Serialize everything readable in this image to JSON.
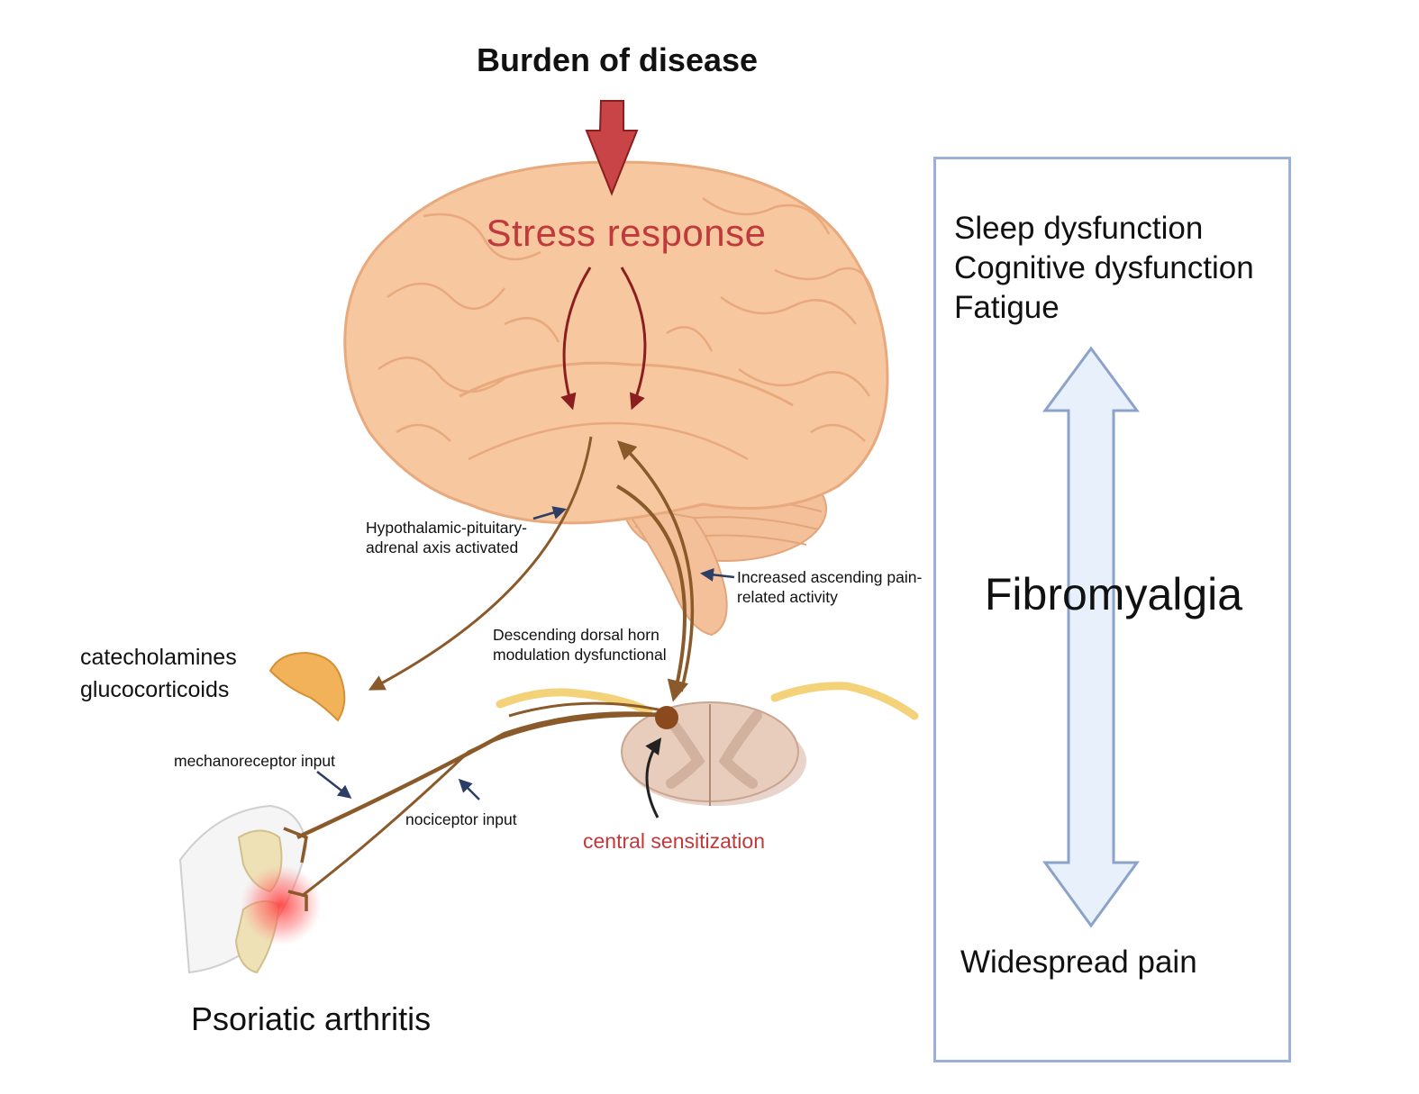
{
  "header": {
    "title": "Burden of disease"
  },
  "brain": {
    "stress_label": "Stress  response"
  },
  "pathways": {
    "hpa_line1": "Hypothalamic-pituitary-",
    "hpa_line2": "adrenal axis activated",
    "ascending_line1": "Increased ascending pain-",
    "ascending_line2": "related activity",
    "descending_line1": "Descending dorsal horn",
    "descending_line2": "modulation dysfunctional",
    "hormones_line1": "catecholamines",
    "hormones_line2": "glucocorticoids",
    "mechanoreceptor": "mechanoreceptor input",
    "nociceptor": "nociceptor input",
    "central": "central sensitization"
  },
  "joint": {
    "label": "Psoriatic arthritis"
  },
  "fibromyalgia": {
    "symptoms": [
      "Sleep dysfunction",
      "Cognitive dysfunction",
      "Fatigue"
    ],
    "title": "Fibromyalgia",
    "bottom": "Widespread pain"
  },
  "colors": {
    "stress_red": "#c0393b",
    "nerve_brown": "#8a5a2b",
    "indicator_navy": "#2c3e66",
    "box_border": "#9db0d6",
    "arrow_fill": "#e8f1fb",
    "brain_fill": "#f7c7a0"
  }
}
